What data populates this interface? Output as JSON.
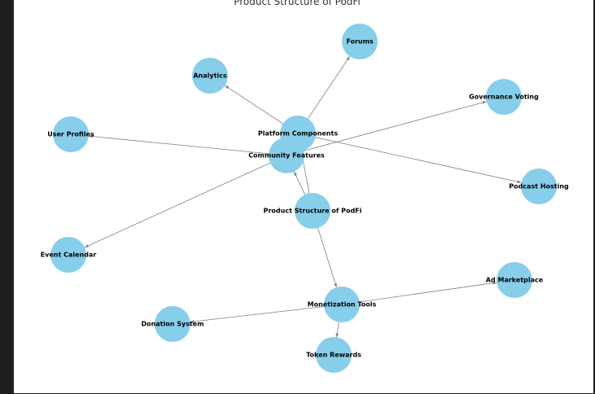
{
  "title": "Product Structure of PodFi",
  "colors": {
    "node": "#87ceeb",
    "edge": "#808080",
    "label": "#000000"
  },
  "nodes": [
    {
      "id": "root",
      "label": "Product Structure of PodFi"
    },
    {
      "id": "platform",
      "label": "Platform Components"
    },
    {
      "id": "community",
      "label": "Community Features"
    },
    {
      "id": "monetization",
      "label": "Monetization Tools"
    },
    {
      "id": "forums",
      "label": "Forums"
    },
    {
      "id": "analytics",
      "label": "Analytics"
    },
    {
      "id": "governance",
      "label": "Governance Voting"
    },
    {
      "id": "profiles",
      "label": "User Profiles"
    },
    {
      "id": "podcast",
      "label": "Podcast Hosting"
    },
    {
      "id": "events",
      "label": "Event Calendar"
    },
    {
      "id": "ads",
      "label": "Ad Marketplace"
    },
    {
      "id": "donation",
      "label": "Donation System"
    },
    {
      "id": "token",
      "label": "Token Rewards"
    }
  ],
  "edges": [
    [
      "root",
      "platform"
    ],
    [
      "root",
      "community"
    ],
    [
      "root",
      "monetization"
    ],
    [
      "platform",
      "forums"
    ],
    [
      "platform",
      "analytics"
    ],
    [
      "platform",
      "podcast"
    ],
    [
      "community",
      "governance"
    ],
    [
      "community",
      "profiles"
    ],
    [
      "community",
      "events"
    ],
    [
      "monetization",
      "ads"
    ],
    [
      "monetization",
      "donation"
    ],
    [
      "monetization",
      "token"
    ]
  ]
}
